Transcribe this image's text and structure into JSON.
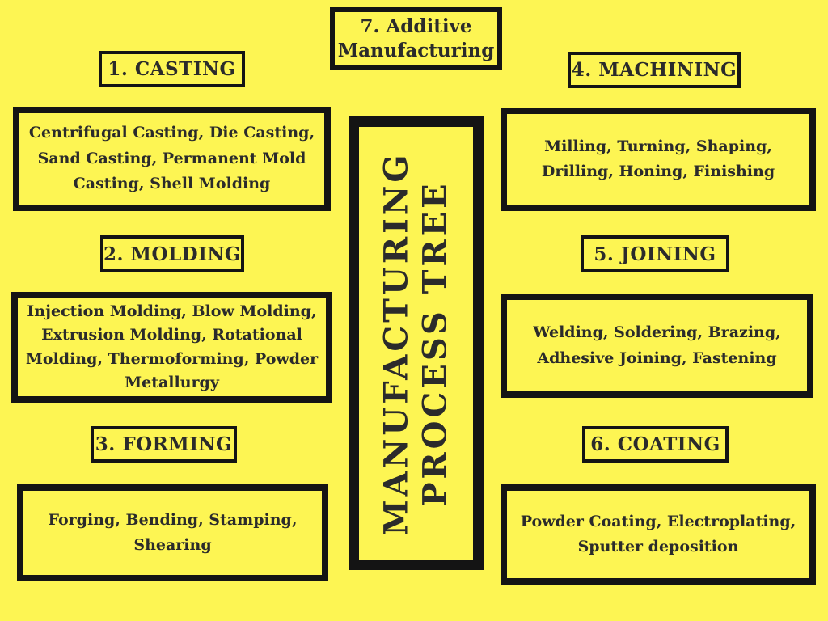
{
  "poster": {
    "center_title": {
      "line1": "MANUFACTURING",
      "line2": "PROCESS TREE"
    },
    "colors": {
      "background": "#FDF553",
      "border": "#141414",
      "text": "#2B2B2B"
    },
    "categories": {
      "casting": {
        "label": "1. CASTING",
        "items": "Centrifugal Casting, Die Casting, Sand Casting, Permanent Mold Casting, Shell Molding"
      },
      "molding": {
        "label": "2. MOLDING",
        "items": "Injection Molding, Blow Molding, Extrusion Molding, Rotational Molding, Thermoforming, Powder Metallurgy"
      },
      "forming": {
        "label": "3. FORMING",
        "items": "Forging, Bending, Stamping, Shearing"
      },
      "machining": {
        "label": "4. MACHINING",
        "items": "Milling, Turning, Shaping, Drilling, Honing, Finishing"
      },
      "joining": {
        "label": "5. JOINING",
        "items": "Welding, Soldering, Brazing, Adhesive Joining, Fastening"
      },
      "coating": {
        "label": "6. COATING",
        "items": "Powder Coating, Electroplating, Sputter deposition"
      },
      "additive": {
        "label": "7. Additive Manufacturing"
      }
    }
  }
}
